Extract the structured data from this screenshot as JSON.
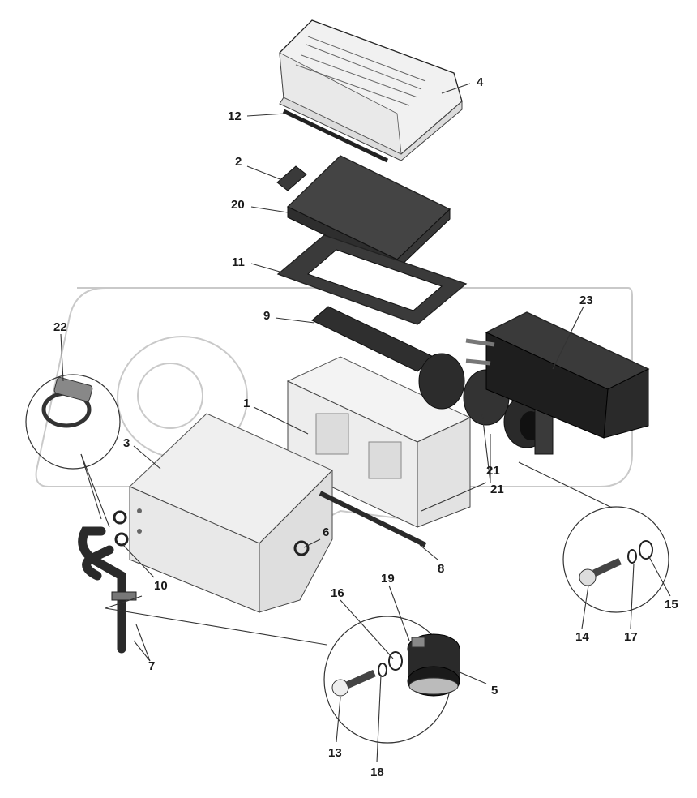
{
  "callouts": {
    "c1": "1",
    "c2": "2",
    "c3": "3",
    "c4": "4",
    "c5": "5",
    "c6": "6",
    "c7": "7",
    "c8": "8",
    "c9": "9",
    "c10": "10",
    "c11": "11",
    "c12": "12",
    "c13": "13",
    "c14": "14",
    "c15": "15",
    "c16": "16",
    "c17": "17",
    "c18": "18",
    "c19": "19",
    "c20": "20",
    "c21": "21",
    "c21b": "21",
    "c22": "22",
    "c23": "23"
  },
  "colors": {
    "housing": "#eeeeee",
    "dark_part": "#2a2a2a",
    "gasket": "#3a3a3a",
    "watermark": "#c9c9c9"
  }
}
